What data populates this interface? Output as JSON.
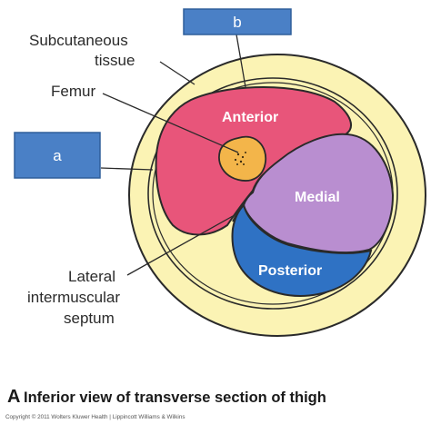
{
  "labels": {
    "subcutaneous_line1": "Subcutaneous",
    "subcutaneous_line2": "tissue",
    "femur": "Femur",
    "anterior": "Anterior",
    "medial": "Medial",
    "posterior": "Posterior",
    "lateral_line1": "Lateral",
    "lateral_line2": "intermuscular",
    "lateral_line3": "septum"
  },
  "boxes": {
    "a": "a",
    "b": "b"
  },
  "caption": {
    "letter": "A",
    "text": "Inferior view of transverse section of thigh"
  },
  "copyright": "Copyright © 2011 Wolters Kluwer Health | Lippincott Williams & Wilkins",
  "colors": {
    "skin_fill": "#fbf3b4",
    "outline": "#2a2a2a",
    "anterior": "#e8557a",
    "medial": "#b98ed0",
    "posterior": "#2f72c4",
    "femur": "#f3b54a",
    "box_fill": "#4a80c6",
    "box_border": "#2e5e9a"
  }
}
